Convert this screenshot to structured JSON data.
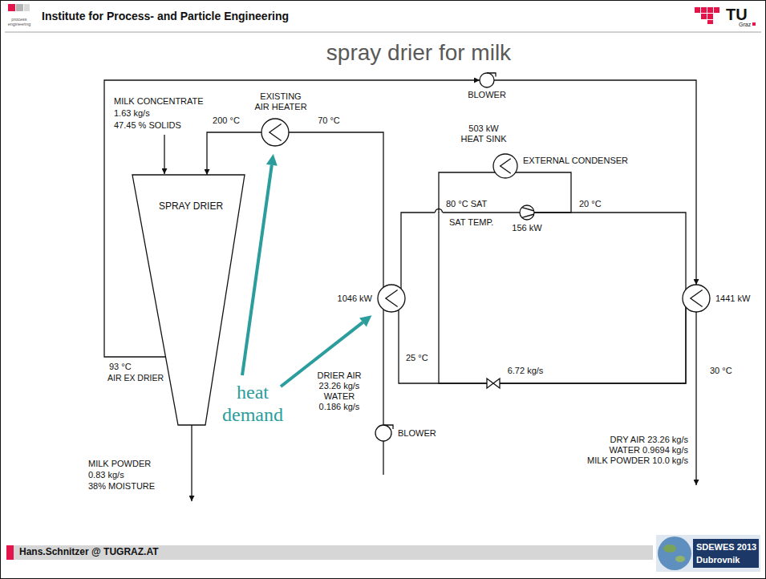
{
  "diagram": {
    "title": "spray drier for milk",
    "nodes": [
      {
        "text": [
          "SPRAY DRIER"
        ]
      },
      {
        "text": [
          "EXISTING AIR HEATER"
        ]
      },
      {
        "text": [
          "BLOWER"
        ]
      },
      {
        "text": [
          "503 kW HEAT SINK",
          "EXTERNAL CONDENSER"
        ]
      },
      {
        "text": [
          "156 kW"
        ]
      },
      {
        "text": [
          "1046 kW"
        ]
      },
      {
        "text": [
          "1441 kW"
        ]
      },
      {
        "text": [
          "BLOWER"
        ]
      }
    ],
    "edges": [
      {
        "from": 0,
        "to": 2,
        "arrow": "to"
      },
      {
        "from": 2,
        "to": 6,
        "arrow": "to"
      },
      {
        "from": 7,
        "to": 5,
        "arrow": "none"
      },
      {
        "from": 5,
        "to": 1,
        "arrow": "none"
      },
      {
        "from": 1,
        "to": 0,
        "arrow": "to"
      },
      {
        "from": 6,
        "to": 4,
        "arrow": "none"
      },
      {
        "from": 4,
        "to": 5,
        "arrow": "none"
      },
      {
        "from": 4,
        "to": 3,
        "arrow": "none"
      },
      {
        "from": 3,
        "to": 6,
        "arrow": "none"
      },
      {
        "from": 5,
        "to": 6,
        "arrow": "none"
      }
    ],
    "labels": [
      "Institute for Process- and Particle Engineering",
      "process engineering",
      "TU",
      "Graz",
      "MILK CONCENTRATE",
      "1.63 kg/s",
      "47.45 % SOLIDS",
      "200 °C",
      "70 °C",
      "80 °C SAT",
      "SAT TEMP.",
      "20 °C",
      "93 °C",
      "AIR EX DRIER",
      "DRIER AIR",
      "23.26 kg/s",
      "WATER",
      "0.186 kg/s",
      "25 °C",
      "6.72 kg/s",
      "30 °C",
      "DRY AIR 23.26 kg/s",
      "WATER 0.9694 kg/s",
      "MILK POWDER 10.0 kg/s",
      "MILK POWDER",
      "0.83 kg/s",
      "38% MOISTURE",
      "heat demand",
      "Hans.Schnitzer @ TUGRAZ.AT",
      "SDEWES 2013",
      "Dubrovnik"
    ]
  }
}
